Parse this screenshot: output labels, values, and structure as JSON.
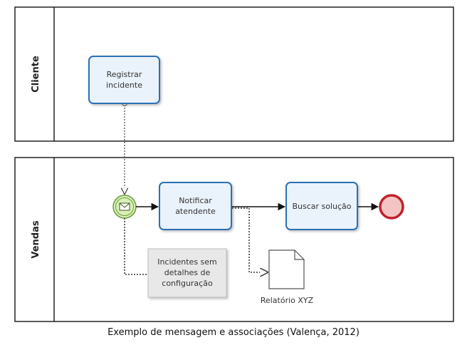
{
  "diagram": {
    "lanes": [
      {
        "id": "cliente",
        "label": "Cliente"
      },
      {
        "id": "vendas",
        "label": "Vendas"
      }
    ],
    "tasks": {
      "registrar": {
        "lines": [
          "Registrar",
          "incidente"
        ]
      },
      "notificar": {
        "lines": [
          "Notificar",
          "atendente"
        ]
      },
      "buscar": {
        "lines": [
          "Buscar solução"
        ]
      }
    },
    "annotation": {
      "lines": [
        "Incidentes sem",
        "detalhes de",
        "configuração"
      ]
    },
    "document": {
      "label": "Relatório XYZ"
    },
    "events": {
      "start": {
        "type": "message-start",
        "fill": "#d8f0b8",
        "stroke": "#6c9a3a"
      },
      "end": {
        "type": "end",
        "fill": "#f4c4c4",
        "stroke": "#c0202a"
      }
    },
    "colors": {
      "task_stroke": "#2a6fb5",
      "task_fill": "#eaf2fb"
    }
  },
  "caption": "Exemplo de mensagem e associações (Valença, 2012)"
}
